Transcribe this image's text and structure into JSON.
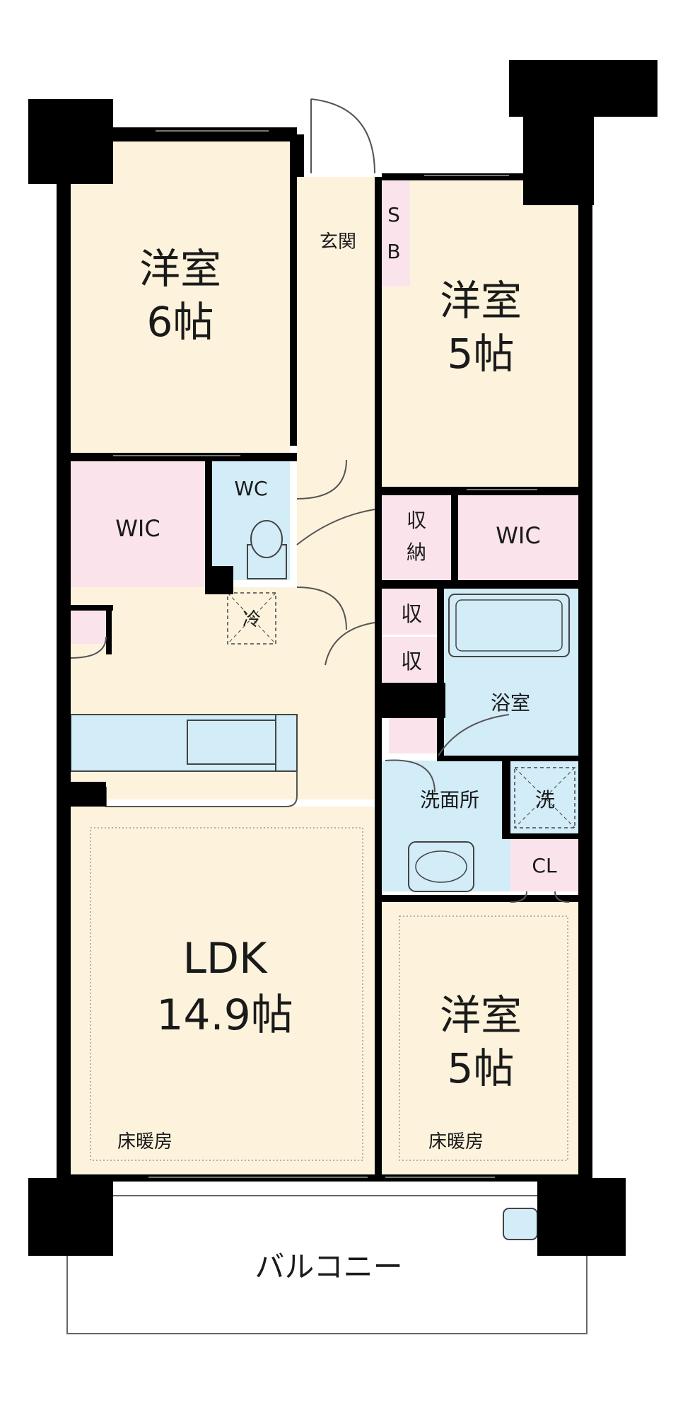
{
  "colors": {
    "room_beige": "#fdf3dc",
    "storage_pink": "#fbe3ec",
    "wet_blue": "#d2ecf8",
    "wall": "#000000",
    "balcony": "#ffffff"
  },
  "rooms": {
    "western_6": {
      "line1": "洋室",
      "line2": "6帖"
    },
    "western_5_top": {
      "line1": "洋室",
      "line2": "5帖"
    },
    "western_5_bottom": {
      "line1": "洋室",
      "line2": "5帖",
      "floor_heating": "床暖房"
    },
    "ldk": {
      "line1": "LDK",
      "line2": "14.9帖",
      "floor_heating": "床暖房"
    }
  },
  "storage": {
    "wic_left": "WIC",
    "wic_right": "WIC",
    "shoe_box_s": "S",
    "shoe_box_b": "B",
    "shuunou_1": "収",
    "shuunou_2": "納",
    "shuu_1": "収",
    "shuu_2": "収",
    "closet": "CL"
  },
  "utility": {
    "entrance": "玄関",
    "toilet": "WC",
    "fridge": "冷",
    "bathroom": "浴室",
    "washroom": "洗面所",
    "washer": "洗"
  },
  "balcony": {
    "label": "バルコニー"
  }
}
